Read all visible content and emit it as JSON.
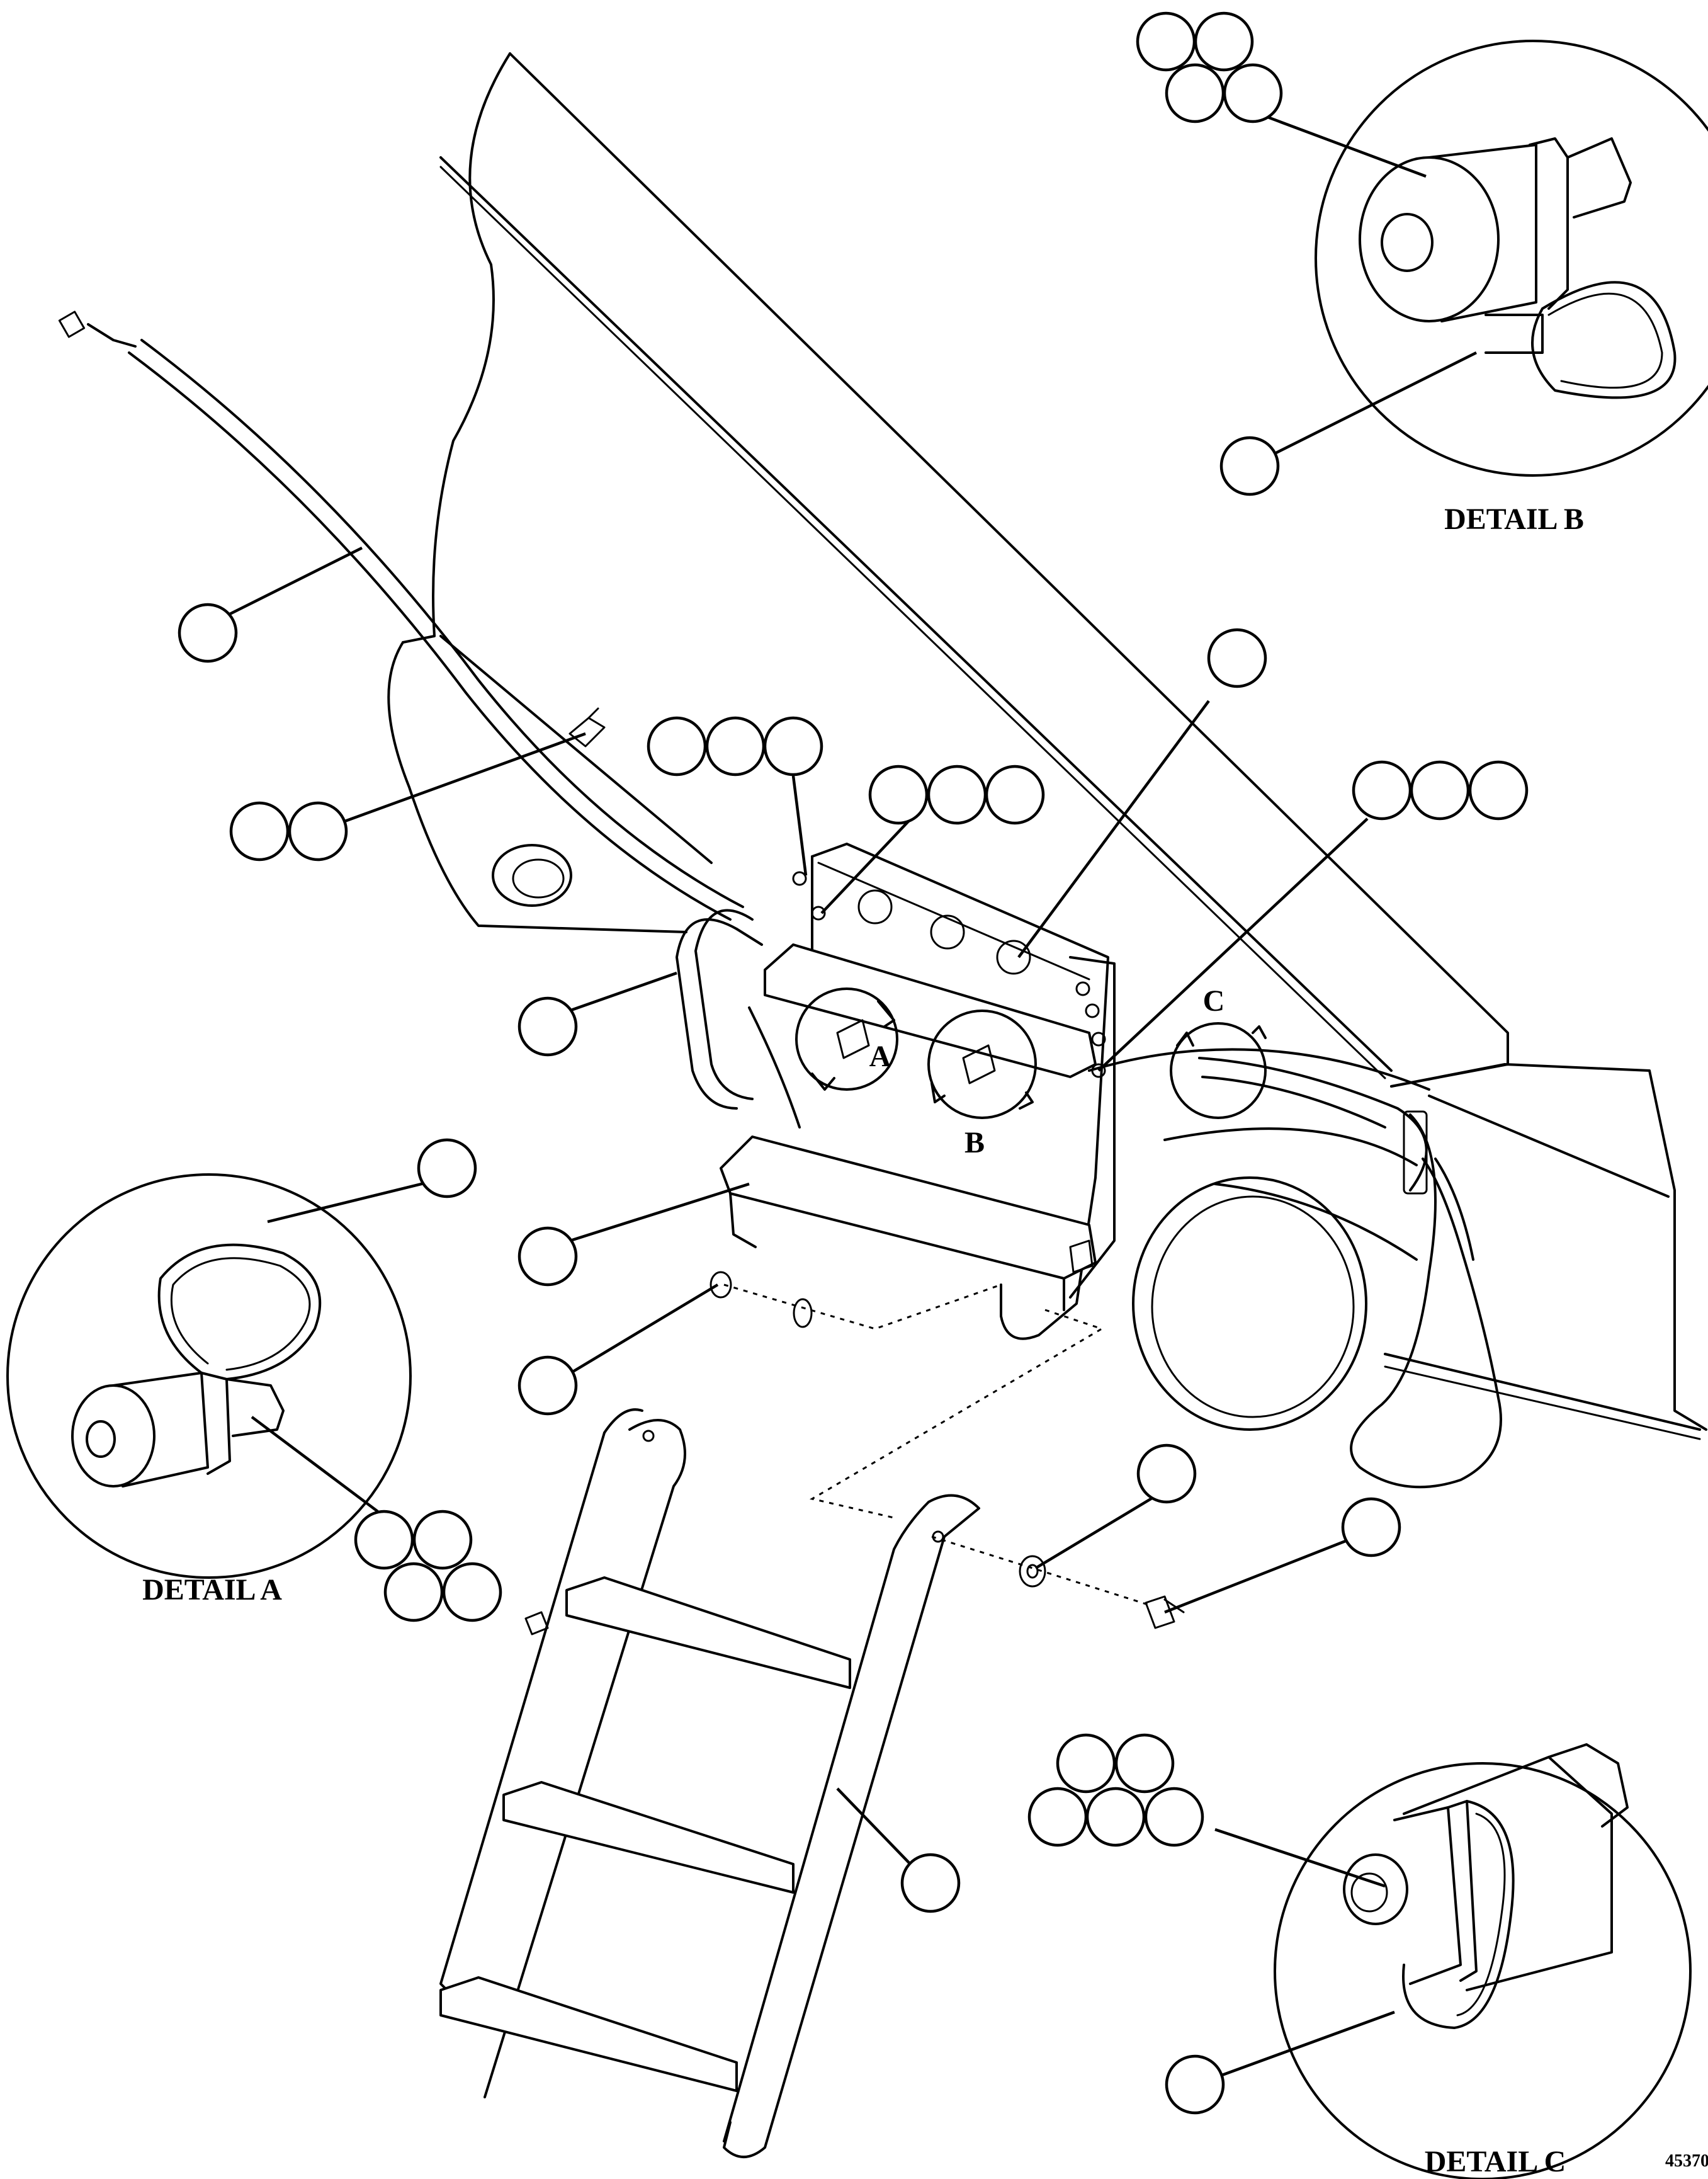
{
  "labels": {
    "detail_a": "DETAIL A",
    "detail_b": "DETAIL B",
    "detail_c": "DETAIL C",
    "view_a": "A",
    "view_b": "B",
    "view_c": "C",
    "drawing_number": "45370"
  }
}
